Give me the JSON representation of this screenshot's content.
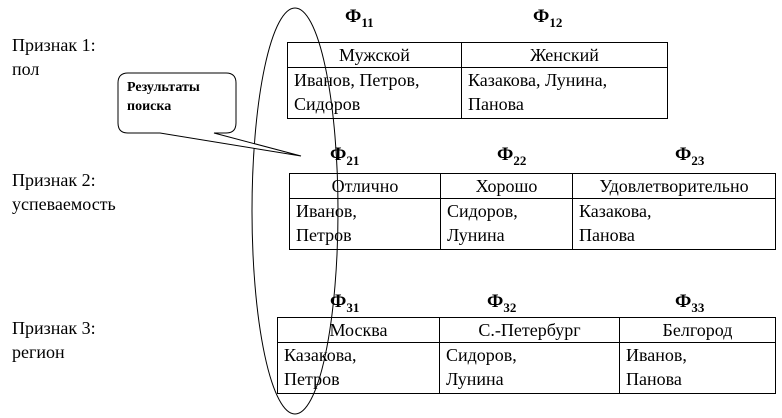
{
  "features": [
    {
      "label_line1": "Признак 1:",
      "label_line2": "пол"
    },
    {
      "label_line1": "Признак 2:",
      "label_line2": "успеваемость"
    },
    {
      "label_line1": "Признак 3:",
      "label_line2": "регион"
    }
  ],
  "phi": [
    [
      {
        "letter": "Ф",
        "index": "11"
      },
      {
        "letter": "Ф",
        "index": "12"
      }
    ],
    [
      {
        "letter": "Ф",
        "index": "21"
      },
      {
        "letter": "Ф",
        "index": "22"
      },
      {
        "letter": "Ф",
        "index": "23"
      }
    ],
    [
      {
        "letter": "Ф",
        "index": "31"
      },
      {
        "letter": "Ф",
        "index": "32"
      },
      {
        "letter": "Ф",
        "index": "33"
      }
    ]
  ],
  "tables": [
    {
      "headers": [
        "Мужской",
        "Женский"
      ],
      "cells": [
        [
          "Иванов, Петров,",
          "Сидоров"
        ],
        [
          "Казакова, Лунина,",
          "Панова"
        ]
      ]
    },
    {
      "headers": [
        "Отлично",
        "Хорошо",
        "Удовлетворительно"
      ],
      "cells": [
        [
          "Иванов,",
          "Петров"
        ],
        [
          "Сидоров,",
          "Лунина"
        ],
        [
          "Казакова,",
          "Панова"
        ]
      ]
    },
    {
      "headers": [
        "Москва",
        "С.-Петербург",
        "Белгород"
      ],
      "cells": [
        [
          "Казакова,",
          "Петров"
        ],
        [
          "Сидоров,",
          "Лунина"
        ],
        [
          "Иванов,",
          "Панова"
        ]
      ]
    }
  ],
  "callout": {
    "line1": "Результаты",
    "line2": "поиска"
  }
}
